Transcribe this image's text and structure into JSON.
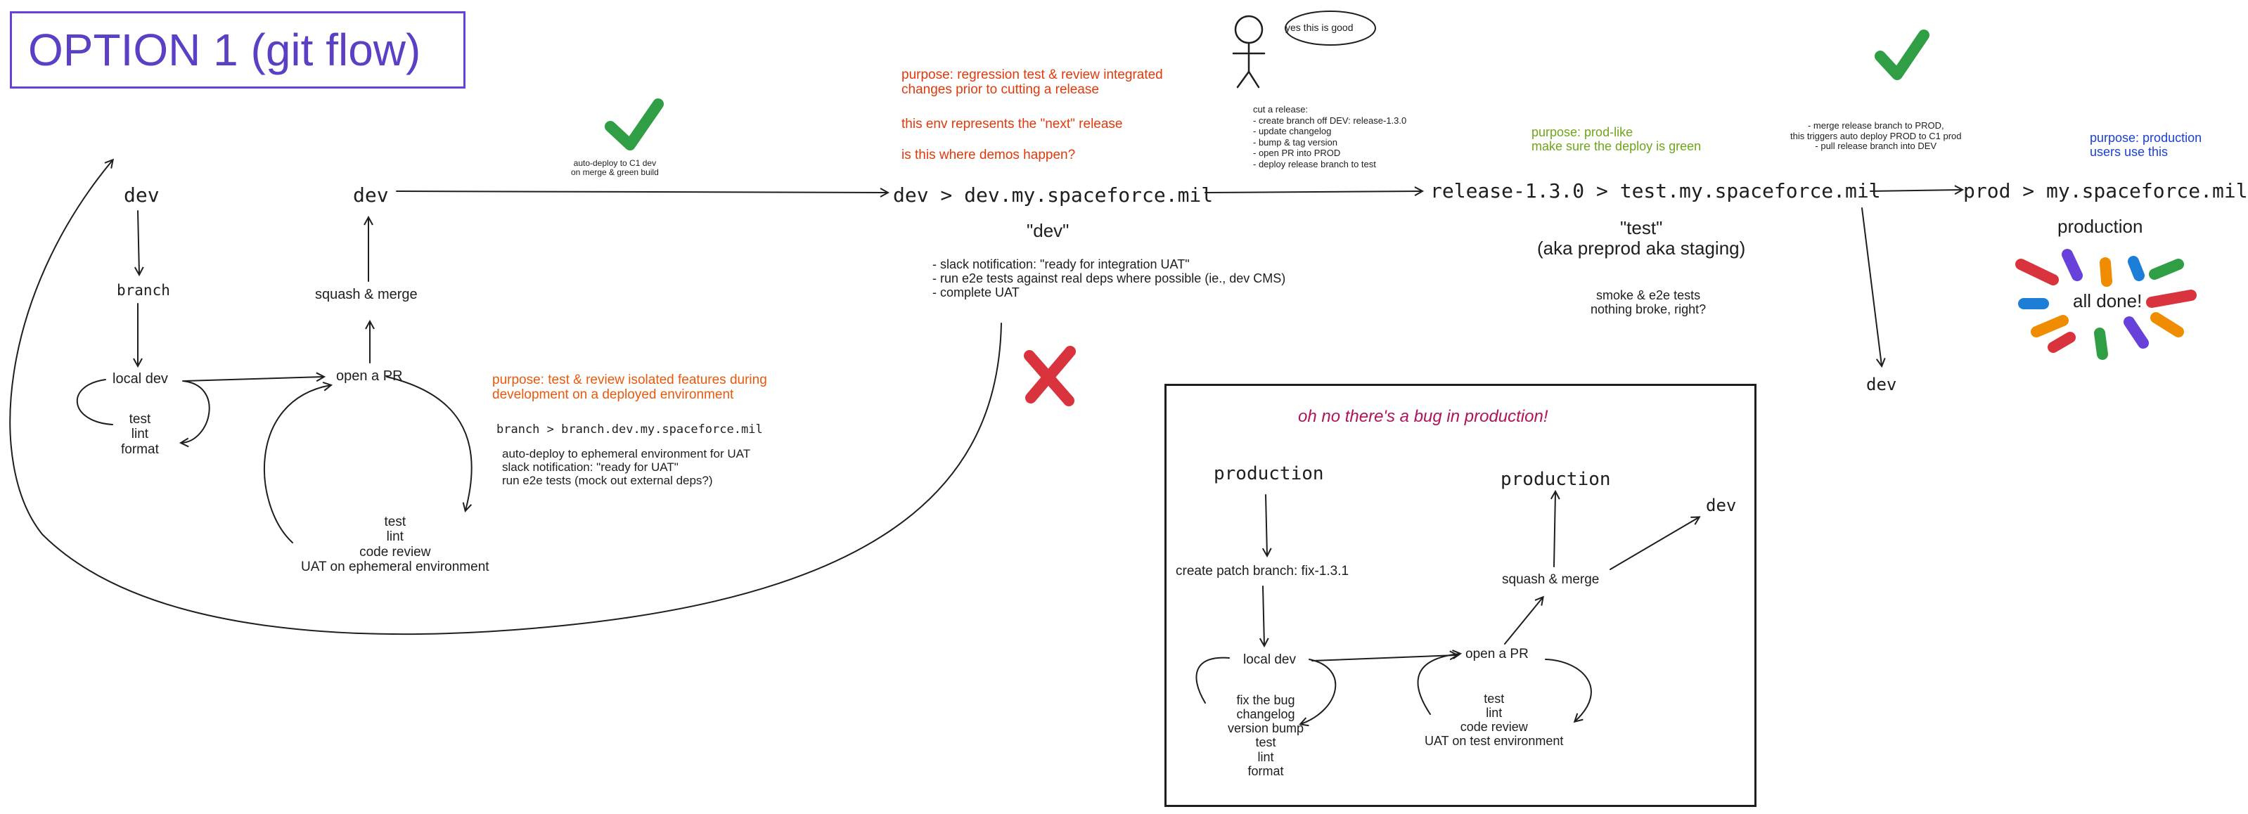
{
  "title": "OPTION 1 (git flow)",
  "colors": {
    "title": "#5b3fc4",
    "orange": "#e8590c",
    "red_orange": "#e03a0c",
    "green": "#6fa51a",
    "blue": "#1c3fd1",
    "magenta": "#b0135b",
    "check": "#2f9e44",
    "cross": "#d9343d",
    "ink": "#1e1e1e"
  },
  "left_flow": {
    "dev": "dev",
    "branch": "branch",
    "local_dev": "local dev",
    "local_checks": "test\nlint\nformat",
    "dev2": "dev",
    "squash_merge": "squash & merge",
    "open_pr": "open a PR",
    "pr_checks": "test\nlint\ncode review\nUAT on ephemeral environment",
    "purpose": "purpose: test & review isolated features during\ndevelopment on a deployed environment",
    "branch_env": "branch > branch.dev.my.spaceforce.mil",
    "branch_env_notes": "auto-deploy to ephemeral environment for UAT\nslack notification: \"ready for UAT\"\nrun e2e tests (mock out external deps?)"
  },
  "dev_env": {
    "auto_deploy": "auto-deploy to C1 dev\non merge & green build",
    "purpose": "purpose: regression test & review integrated\nchanges prior to cutting a release",
    "next_release": "this env represents the \"next\" release",
    "demos": "is this where demos happen?",
    "label": "dev > dev.my.spaceforce.mil",
    "quote": "\"dev\"",
    "notes": "- slack notification: \"ready for integration UAT\"\n- run e2e tests against real deps where possible (ie., dev CMS)\n- complete UAT"
  },
  "person_speech": "yes this is good",
  "cut_release": "cut a release:\n- create branch off DEV: release-1.3.0\n- update changelog\n- bump & tag version\n- open PR into PROD\n- deploy release branch to test",
  "test_env": {
    "purpose": "purpose: prod-like\nmake sure the deploy is green",
    "label": "release-1.3.0 > test.my.spaceforce.mil",
    "quote": "\"test\"\n(aka preprod aka staging)",
    "notes": "smoke & e2e tests\nnothing broke, right?"
  },
  "merge_release": "- merge release branch to PROD,\nthis triggers auto deploy PROD to C1 prod\n- pull release branch into DEV",
  "prod_env": {
    "purpose": "purpose: production\nusers use this",
    "label": "prod > my.spaceforce.mil",
    "production": "production",
    "all_done": "all done!",
    "dev": "dev",
    "sticks": [
      "#d9343d",
      "#6741d9",
      "#f08c00",
      "#1c7ed6",
      "#2f9e44",
      "#d9343d",
      "#1c7ed6",
      "#f08c00",
      "#d9343d",
      "#2f9e44",
      "#6741d9",
      "#f08c00"
    ]
  },
  "hotfix": {
    "title": "oh no there's a bug in production!",
    "production": "production",
    "patch_branch": "create patch branch: fix-1.3.1",
    "local_dev": "local dev",
    "local_checks": "fix the bug\nchangelog\nversion bump\ntest\nlint\nformat",
    "open_pr": "open a PR",
    "pr_checks": "test\nlint\ncode review\nUAT on test environment",
    "squash_merge": "squash & merge",
    "production2": "production",
    "dev": "dev"
  }
}
